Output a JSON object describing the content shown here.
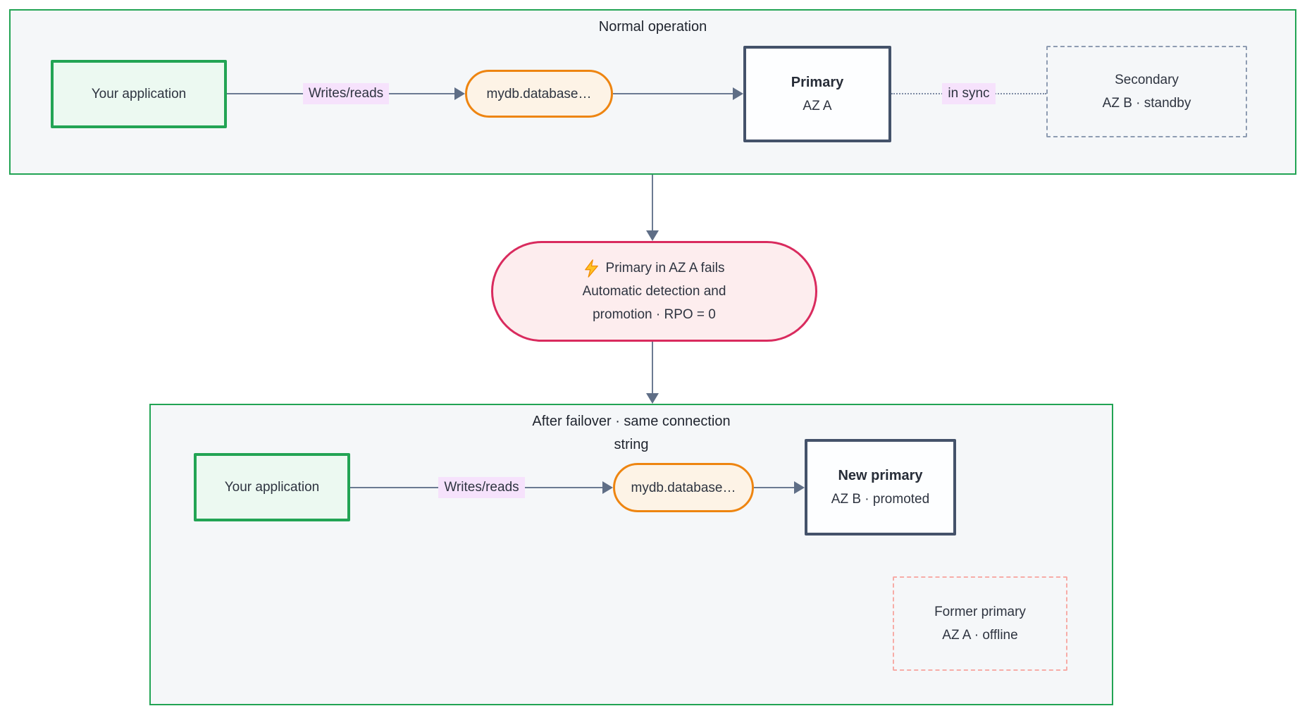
{
  "diagram": {
    "kind": "flowchart",
    "colors": {
      "section_border": "#22a454",
      "section_fill": "#f5f7f9",
      "app_fill": "#ecf9f1",
      "app_border": "#22a454",
      "dns_fill": "#fdf3e6",
      "dns_border": "#ee8511",
      "primary_fill": "#fdfeff",
      "primary_border": "#44526a",
      "standby_border": "#8e9cb2",
      "failover_fill": "#fdedee",
      "failover_border": "#d92b5e",
      "offline_border": "#f7aca7",
      "edge_color": "#6b7a92",
      "edge_label_bg": "#f6e2fc"
    }
  },
  "normal": {
    "title": "Normal operation",
    "app": "Your application",
    "writes_label": "Writes/reads",
    "dns": "mydb.database…",
    "primary": {
      "title": "Primary",
      "subtitle": "AZ A"
    },
    "sync_label": "in sync",
    "secondary": {
      "title": "Secondary",
      "subtitle": "AZ B · standby"
    }
  },
  "failover": {
    "icon": "lightning-bolt",
    "lines": [
      "Primary in AZ A fails",
      "Automatic detection and",
      "promotion · RPO = 0"
    ]
  },
  "after": {
    "title_lines": [
      "After failover · same connection",
      "string"
    ],
    "app": "Your application",
    "writes_label": "Writes/reads",
    "dns": "mydb.database…",
    "new_primary": {
      "title": "New primary",
      "subtitle": "AZ B · promoted"
    },
    "former": {
      "title": "Former primary",
      "subtitle": "AZ A · offline"
    }
  }
}
